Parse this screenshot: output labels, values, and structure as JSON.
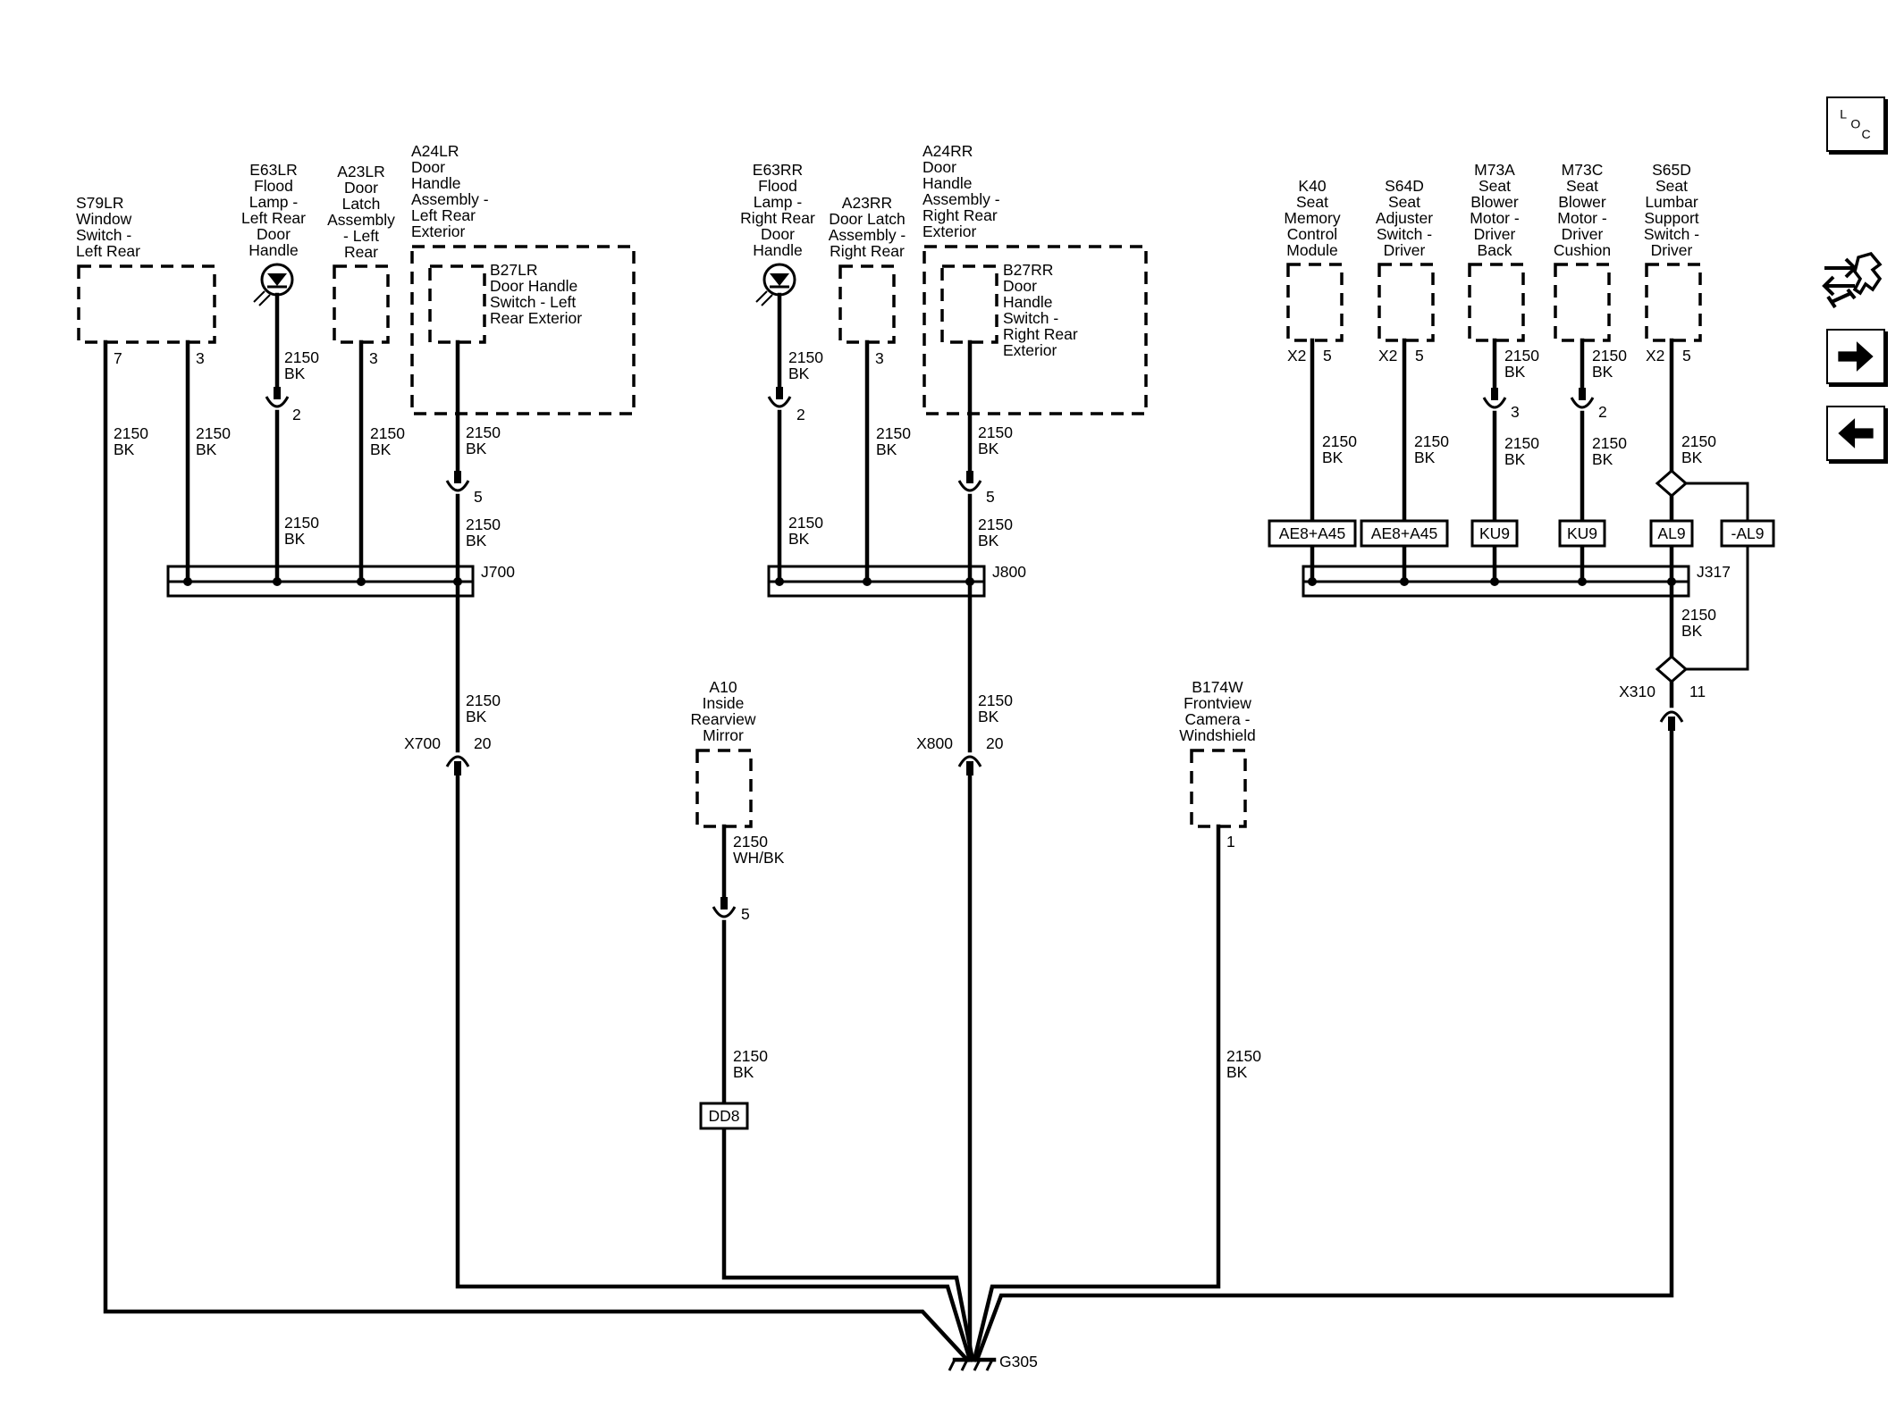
{
  "components": {
    "s79lr": [
      "S79LR",
      "Window",
      "Switch -",
      "Left Rear"
    ],
    "e63lr": [
      "E63LR",
      "Flood",
      "Lamp -",
      "Left Rear",
      "Door",
      "Handle"
    ],
    "a23lr": [
      "A23LR",
      "Door",
      "Latch",
      "Assembly",
      "- Left",
      "Rear"
    ],
    "a24lr": [
      "A24LR",
      "Door",
      "Handle",
      "Assembly -",
      "Left Rear",
      "Exterior"
    ],
    "b27lr": [
      "B27LR",
      "Door Handle",
      "Switch - Left",
      "Rear Exterior"
    ],
    "e63rr": [
      "E63RR",
      "Flood",
      "Lamp -",
      "Right Rear",
      "Door",
      "Handle"
    ],
    "a23rr": [
      "A23RR",
      "Door Latch",
      "Assembly -",
      "Right Rear"
    ],
    "a24rr": [
      "A24RR",
      "Door",
      "Handle",
      "Assembly -",
      "Right Rear",
      "Exterior"
    ],
    "b27rr": [
      "B27RR",
      "Door",
      "Handle",
      "Switch -",
      "Right Rear",
      "Exterior"
    ],
    "k40": [
      "K40",
      "Seat",
      "Memory",
      "Control",
      "Module"
    ],
    "s64d": [
      "S64D",
      "Seat",
      "Adjuster",
      "Switch -",
      "Driver"
    ],
    "m73a": [
      "M73A",
      "Seat",
      "Blower",
      "Motor -",
      "Driver",
      "Back"
    ],
    "m73c": [
      "M73C",
      "Seat",
      "Blower",
      "Motor -",
      "Driver",
      "Cushion"
    ],
    "s65d": [
      "S65D",
      "Seat",
      "Lumbar",
      "Support",
      "Switch -",
      "Driver"
    ],
    "a10": [
      "A10",
      "Inside",
      "Rearview",
      "Mirror"
    ],
    "b174w": [
      "B174W",
      "Frontview",
      "Camera -",
      "Windshield"
    ]
  },
  "wire": {
    "circuit": "2150",
    "color_bk": "BK",
    "color_whbk": "WH/BK"
  },
  "pins": {
    "s79lr_a": "7",
    "s79lr_b": "3",
    "e63lr": "2",
    "a23lr": "3",
    "a24lr": "5",
    "e63rr": "2",
    "a23rr": "3",
    "a24rr": "5",
    "k40_conn": "X2",
    "k40": "5",
    "s64d_conn": "X2",
    "s64d": "5",
    "m73a": "3",
    "m73c": "2",
    "s65d_conn": "X2",
    "s65d": "5",
    "x700": "20",
    "x800": "20",
    "x310": "11",
    "a10": "5",
    "b174w": "1"
  },
  "splices": {
    "j700": "J700",
    "j800": "J800",
    "j317": "J317"
  },
  "connectors": {
    "x700": "X700",
    "x800": "X800",
    "x310": "X310"
  },
  "options": {
    "k40": "AE8+A45",
    "s64d": "AE8+A45",
    "m73a": "KU9",
    "m73c": "KU9",
    "s65d": "AL9",
    "s65d_alt": "-AL9",
    "a10": "DD8"
  },
  "ground": "G305",
  "loc": {
    "l": "L",
    "o": "O",
    "c": "C"
  },
  "sidebar": {
    "loc_icon": "location-icon",
    "tool_icon": "component-tool-icon",
    "next_icon": "arrow-right-icon",
    "prev_icon": "arrow-left-icon"
  }
}
